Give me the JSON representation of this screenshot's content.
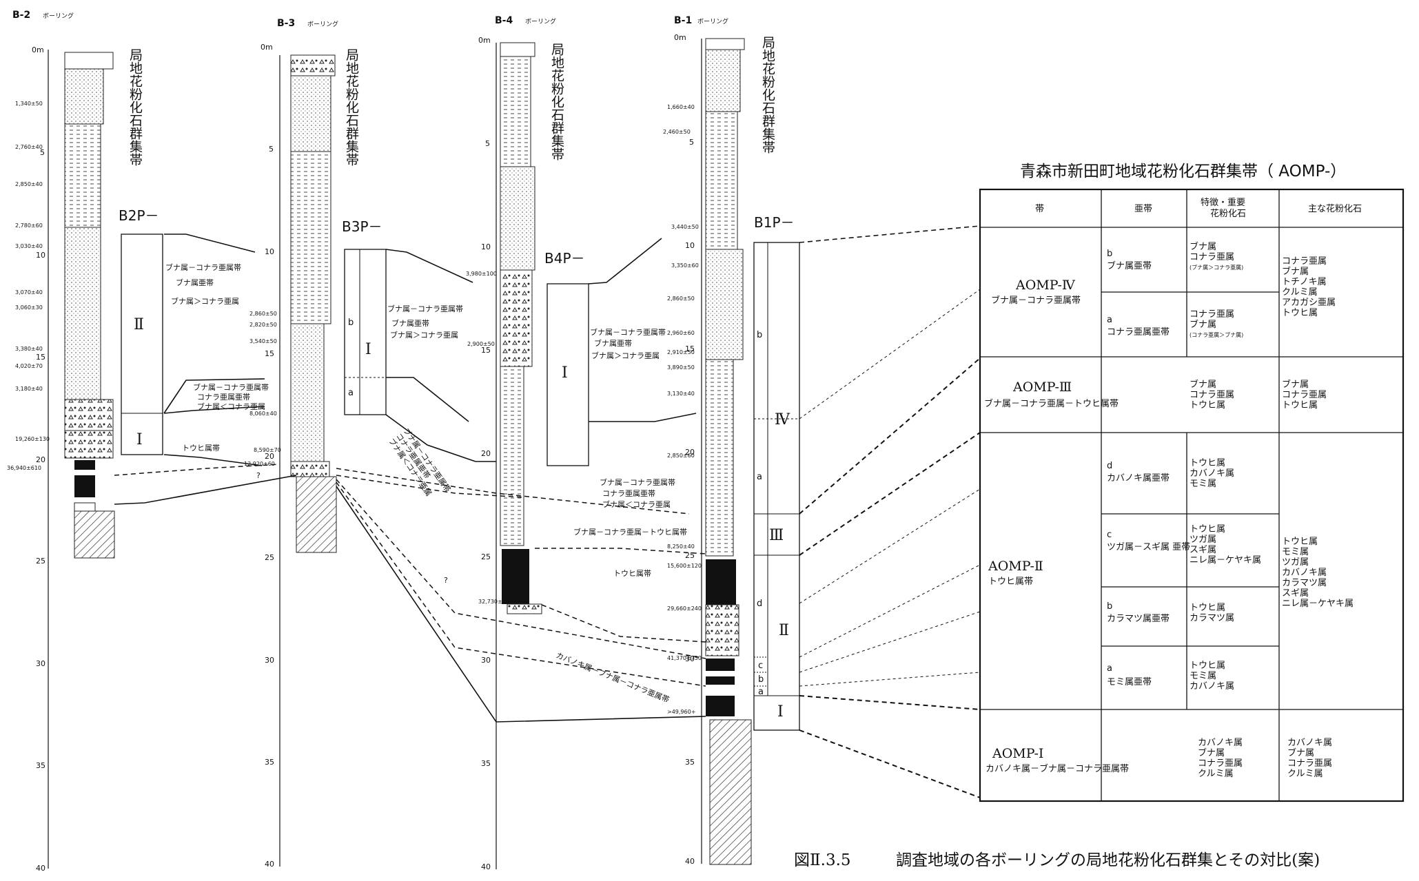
{
  "boreholes": [
    {
      "id": "B-2",
      "type": "ボーリング",
      "zone_title": "局地花粉化石群集帯",
      "depth_labels": [
        "0m",
        "5",
        "10",
        "15",
        "20",
        "25",
        "30",
        "35",
        "40"
      ],
      "dates": [
        "1,340±50",
        "2,760±40",
        "2,850±40",
        "2,780±60",
        "3,030±40",
        "3,070±40",
        "3,060±30",
        "3,380±40",
        "4,020±70",
        "3,180±40",
        "19,260±130",
        "36,940±610"
      ],
      "zone_label": "B2P－",
      "zones": [
        {
          "name": "Ⅱ",
          "notes": [
            "ブナ属－コナラ亜属帯",
            "ブナ属亜帯",
            "ブナ属＞コナラ亜属"
          ]
        },
        {
          "name": "Ⅰ",
          "notes": [
            "トウヒ属帯"
          ]
        }
      ],
      "between_notes": [
        "ブナ属－コナラ亜属帯",
        "コナラ亜属亜帯",
        "ブナ属＜コナラ亜属"
      ]
    },
    {
      "id": "B-3",
      "type": "ボーリング",
      "zone_title": "局地花粉化石群集帯",
      "depth_labels": [
        "0m",
        "5",
        "10",
        "15",
        "20",
        "25",
        "30",
        "35",
        "40"
      ],
      "dates": [
        "2,860±50",
        "2,820±50",
        "3,540±50",
        "8,060±40",
        "8,590±70",
        "12,920±60"
      ],
      "zone_label": "B3P－",
      "zones": [
        {
          "name": "Ⅰ",
          "subzones": [
            "b",
            "a"
          ],
          "notes": [
            "ブナ属－コナラ亜属帯",
            "ブナ属亜帯",
            "ブナ属＞コナラ亜属"
          ]
        }
      ],
      "slant_notes": [
        "ブナ属－コナラ亜属帯",
        "コナラ亜属亜帯",
        "ブナ属＜コナラ亜属"
      ]
    },
    {
      "id": "B-4",
      "type": "ボーリング",
      "zone_title": "局地花粉化石群集帯",
      "depth_labels": [
        "0m",
        "5",
        "10",
        "15",
        "20",
        "25",
        "30",
        "35",
        "40"
      ],
      "dates": [
        "3,980±100",
        "2,900±50",
        "32,730±280"
      ],
      "zone_label": "B4P－",
      "zones": [
        {
          "name": "Ⅰ",
          "notes": [
            "ブナ属－コナラ亜属帯",
            "ブナ属亜帯",
            "ブナ属＞コナラ亜属"
          ]
        }
      ],
      "between_notes": [
        "ブナ属－コナラ亜属帯",
        "コナラ亜属亜帯",
        "ブナ属＜コナラ亜属",
        "ブナ属－コナラ亜属－トウヒ属帯",
        "トウヒ属帯",
        "カバノキ属－ブナ属－コナラ亜属帯"
      ]
    },
    {
      "id": "B-1",
      "type": "ボーリング",
      "zone_title": "局地花粉化石群集帯",
      "depth_labels": [
        "0m",
        "5",
        "10",
        "15",
        "20",
        "25",
        "30",
        "35",
        "40"
      ],
      "dates": [
        "1,660±40",
        "2,460±50",
        "3,440±50",
        "3,350±60",
        "2,860±50",
        "2,960±60",
        "2,910±50",
        "3,890±50",
        "3,130±40",
        "2,850±60",
        "8,250±40",
        "15,600±120",
        "29,660±240",
        "41,370±750",
        ">49,960+"
      ],
      "zone_label": "B1P－",
      "zones": [
        {
          "name": "Ⅳ",
          "subzones": [
            "b",
            "a"
          ]
        },
        {
          "name": "Ⅲ"
        },
        {
          "name": "Ⅱ",
          "subzones": [
            "d",
            "c",
            "b",
            "a"
          ]
        },
        {
          "name": "Ⅰ"
        }
      ]
    }
  ],
  "question_marks": [
    "?",
    "?"
  ],
  "table": {
    "title": "青森市新田町地域花粉化石群集帯（ AOMP-）",
    "headers": [
      "帯",
      "亜帯",
      "特徴・重要 花粉化石",
      "主な花粉化石"
    ],
    "zones": [
      {
        "name": "AOMP-Ⅳ",
        "desc": "ブナ属－コナラ亜属帯",
        "subzones": [
          {
            "letter": "b",
            "name": "ブナ属亜帯",
            "features": [
              "ブナ属",
              "コナラ亜属",
              "(ブナ属＞コナラ亜属)"
            ]
          },
          {
            "letter": "a",
            "name": "コナラ亜属亜帯",
            "features": [
              "コナラ亜属",
              "ブナ属",
              "(コナラ亜属＞ブナ属)"
            ]
          }
        ],
        "main": [
          "コナラ亜属",
          "ブナ属",
          "トチノキ属",
          "クルミ属",
          "アカガシ亜属",
          "トウヒ属"
        ]
      },
      {
        "name": "AOMP-Ⅲ",
        "desc": "ブナ属－コナラ亜属－トウヒ属帯",
        "subzones": [],
        "features": [
          "ブナ属",
          "コナラ亜属",
          "トウヒ属"
        ],
        "main": [
          "ブナ属",
          "コナラ亜属",
          "トウヒ属"
        ]
      },
      {
        "name": "AOMP-Ⅱ",
        "desc": "トウヒ属帯",
        "subzones": [
          {
            "letter": "d",
            "name": "カバノキ属亜帯",
            "features": [
              "トウヒ属",
              "カバノキ属",
              "モミ属"
            ]
          },
          {
            "letter": "c",
            "name": "ツガ属－スギ属 亜帯",
            "features": [
              "トウヒ属",
              "ツガ属",
              "スギ属",
              "ニレ属－ケヤキ属"
            ]
          },
          {
            "letter": "b",
            "name": "カラマツ属亜帯",
            "features": [
              "トウヒ属",
              "カラマツ属"
            ]
          },
          {
            "letter": "a",
            "name": "モミ属亜帯",
            "features": [
              "トウヒ属",
              "モミ属",
              "カバノキ属"
            ]
          }
        ],
        "main": [
          "トウヒ属",
          "モミ属",
          "ツガ属",
          "カバノキ属",
          "カラマツ属",
          "スギ属",
          "ニレ属－ケヤキ属"
        ]
      },
      {
        "name": "AOMP-Ⅰ",
        "desc": "カバノキ属－ブナ属－コナラ亜属帯",
        "subzones": [],
        "features": [
          "カバノキ属",
          "ブナ属",
          "コナラ亜属",
          "クルミ属"
        ],
        "main": [
          "カバノキ属",
          "ブナ属",
          "コナラ亜属",
          "クルミ属"
        ]
      }
    ]
  },
  "caption": {
    "number": "図Ⅱ.3.5",
    "text": "調査地域の各ボーリングの局地花粉化石群集とその対比(案)"
  }
}
